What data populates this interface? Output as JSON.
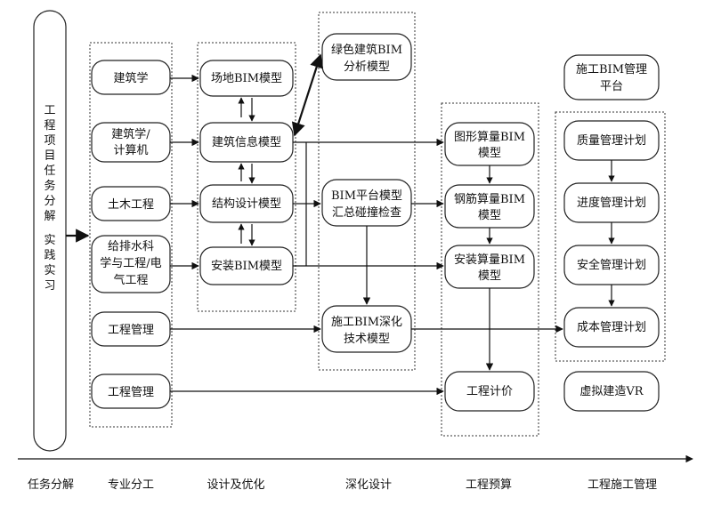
{
  "left_column": {
    "chars": [
      "工",
      "程",
      "项",
      "目",
      "任",
      "务",
      "分",
      "解",
      "",
      "实",
      "践",
      "实",
      "习"
    ]
  },
  "nodes": {
    "jianzhu": "建筑学",
    "jianzhu_jisuanji": [
      "建筑学/",
      "计算机"
    ],
    "tumu": "土木工程",
    "geipaishui": [
      "给排水科",
      "学与工程/电",
      "气工程"
    ],
    "gongcheng_guanli_1": "工程管理",
    "gongcheng_guanli_2": "工程管理",
    "changdi_bim": "场地BIM模型",
    "jianzhu_xinxi": "建筑信息模型",
    "jiegou_sheji": "结构设计模型",
    "anzhuang_bim": "安装BIM模型",
    "lvse_jianzhu": [
      "绿色建筑BIM",
      "分析模型"
    ],
    "bim_pingtai": [
      "BIM平台模型",
      "汇总碰撞检查"
    ],
    "shigong_bim_shenhua": [
      "施工BIM深化",
      "技术模型"
    ],
    "tuxing_suanliang": [
      "图形算量BIM",
      "模型"
    ],
    "gangjin_suanliang": [
      "钢筋算量BIM",
      "模型"
    ],
    "anzhuang_suanliang": [
      "安装算量BIM",
      "模型"
    ],
    "gongcheng_jijia": "工程计价",
    "shigong_bim_guanli": [
      "施工BIM管理",
      "平台"
    ],
    "zhiliang": "质量管理计划",
    "jindu": "进度管理计划",
    "anquan": "安全管理计划",
    "chengben": "成本管理计划",
    "xuni_jianzao": "虚拟建造VR"
  },
  "stages": [
    "任务分解",
    "专业分工",
    "设计及优化",
    "深化设计",
    "工程预算",
    "工程施工管理"
  ]
}
